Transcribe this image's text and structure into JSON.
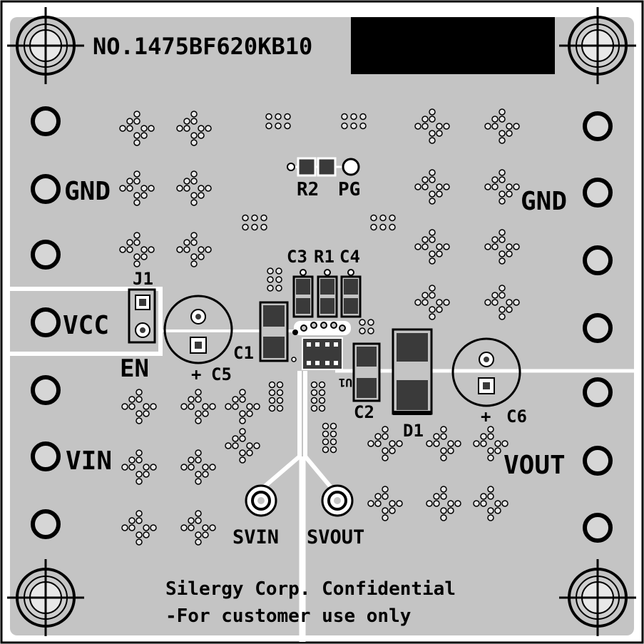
{
  "board": {
    "part_number": "NO.1475BF620KB10",
    "confidential_line1": "Silergy Corp. Confidential",
    "confidential_line2": "-For customer use only"
  },
  "connectors": {
    "left": {
      "gnd": "GND",
      "vcc": "VCC",
      "vin": "VIN"
    },
    "right": {
      "gnd": "GND",
      "vout": "VOUT"
    },
    "sense_in": "SVIN",
    "sense_out": "SVOUT"
  },
  "jumper": {
    "ref": "J1",
    "label": "EN"
  },
  "components": {
    "c1": "C1",
    "c2": "C2",
    "c3": "C3",
    "r1": "R1",
    "c4": "C4",
    "r2": "R2",
    "pg": "PG",
    "d1": "D1",
    "u1": "U1",
    "c5": "C5",
    "c6": "C6",
    "plus": "+"
  },
  "colors": {
    "copper": "#c4c4c4",
    "pad": "#d6d6d6",
    "silkscreen": "#000000",
    "trace": "#ffffff",
    "pad_dark": "#3a3a3a",
    "pad_bright": "#ffffff"
  }
}
